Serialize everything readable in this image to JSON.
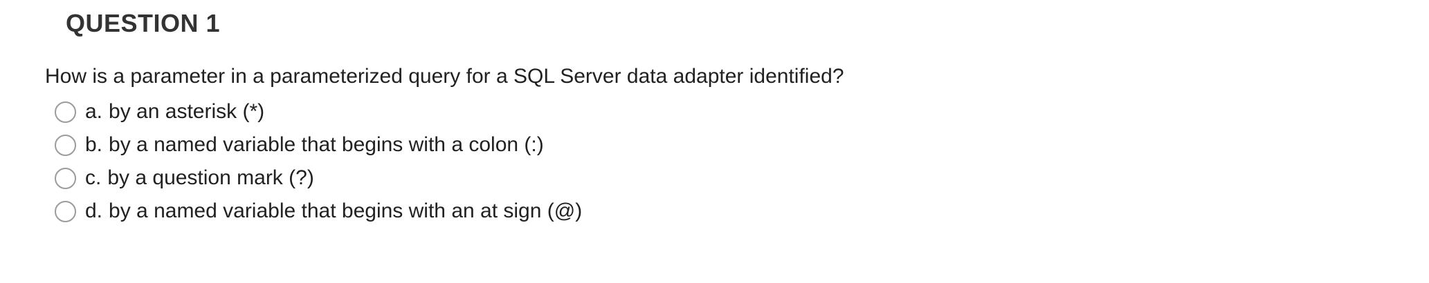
{
  "question": {
    "heading": "QUESTION 1",
    "text": "How is a parameter in a parameterized query for a SQL Server data adapter identified?",
    "options": [
      {
        "letter": "a.",
        "text": "by an asterisk (*)",
        "selected": false
      },
      {
        "letter": "b.",
        "text": "by a named variable that begins with a colon (:)",
        "selected": false
      },
      {
        "letter": "c.",
        "text": "by a question mark (?)",
        "selected": false
      },
      {
        "letter": "d.",
        "text": "by a named variable that begins with an at sign (@)",
        "selected": false
      }
    ],
    "colors": {
      "background": "#ffffff",
      "heading_text": "#333333",
      "body_text": "#212121",
      "radio_border": "#9b9b9b"
    }
  }
}
